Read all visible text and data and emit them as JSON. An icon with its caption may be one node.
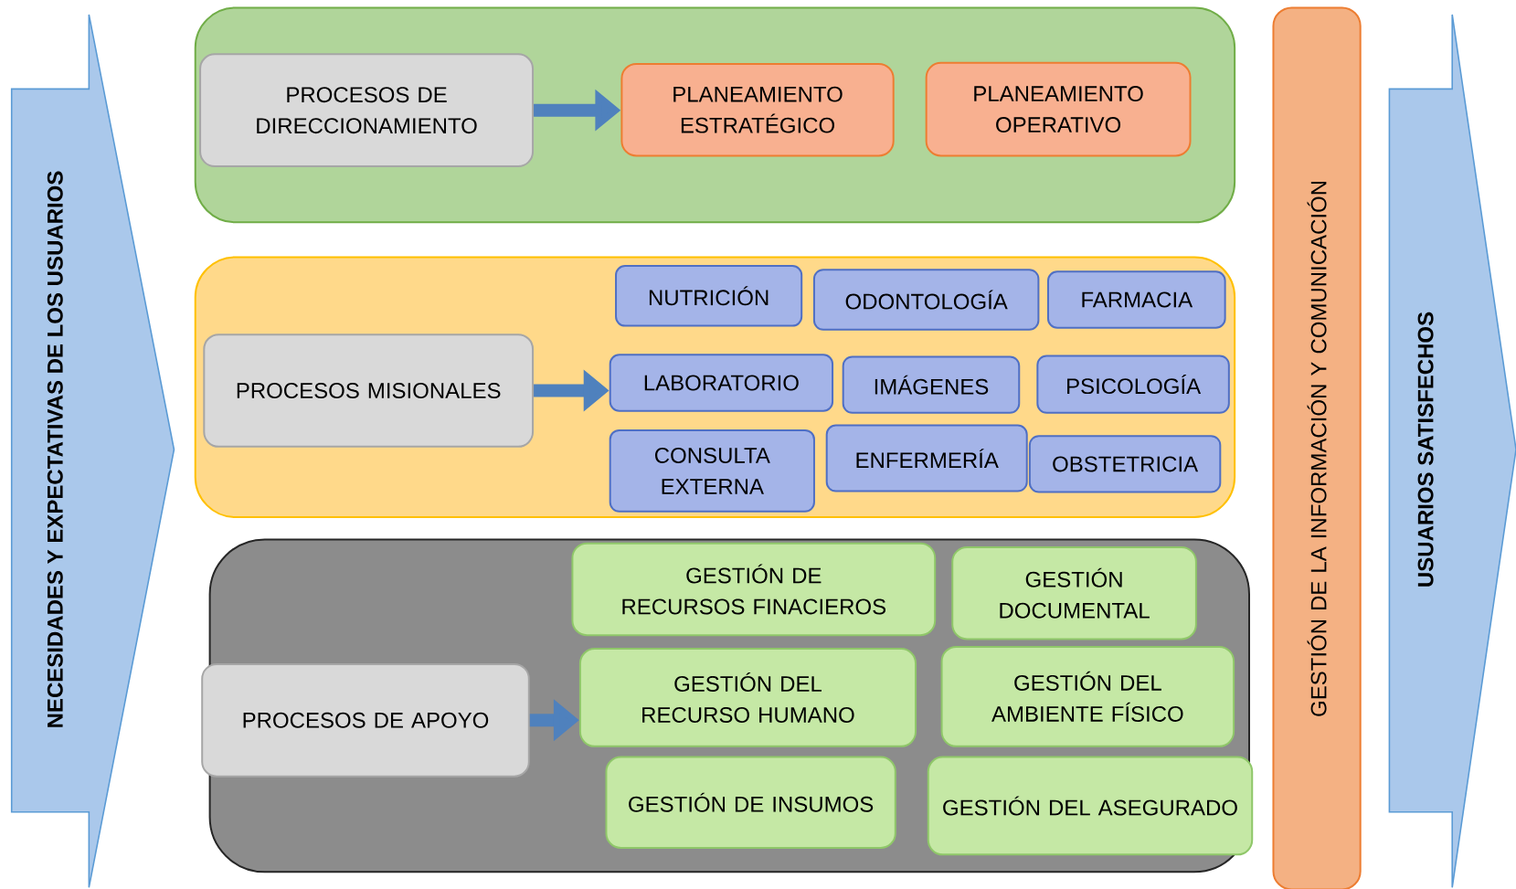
{
  "diagram": {
    "nodes": [
      {
        "text": [
          "NECESIDADES Y EXPECTATIVAS DE LOS USUARIOS"
        ]
      },
      {
        "text": [],
        "shape": "box"
      },
      {
        "text": [
          "PROCESOS DE DIRECCIONAMIENTO"
        ],
        "in": 1
      },
      {
        "text": [
          "PLANEAMIENTO ESTRATÉGICO"
        ],
        "in": 1
      },
      {
        "text": [
          "PLANEAMIENTO OPERATIVO"
        ],
        "in": 1
      },
      {
        "text": [],
        "shape": "box"
      },
      {
        "text": [
          "PROCESOS MISIONALES"
        ],
        "in": 5
      },
      {
        "text": [
          "NUTRICIÓN"
        ],
        "in": 5
      },
      {
        "text": [
          "ODONTOLOGÍA"
        ],
        "in": 5
      },
      {
        "text": [
          "FARMACIA"
        ],
        "in": 5
      },
      {
        "text": [
          "LABORATORIO"
        ],
        "in": 5
      },
      {
        "text": [
          "IMÁGENES"
        ],
        "in": 5
      },
      {
        "text": [
          "PSICOLOGÍA"
        ],
        "in": 5
      },
      {
        "text": [
          "CONSULTA EXTERNA"
        ],
        "in": 5
      },
      {
        "text": [
          "ENFERMERÍA"
        ],
        "in": 5
      },
      {
        "text": [
          "OBSTETRICIA"
        ],
        "in": 5
      },
      {
        "text": [],
        "shape": "box"
      },
      {
        "text": [
          "PROCESOS DE APOYO"
        ],
        "in": 16
      },
      {
        "text": [
          "GESTIÓN DE RECURSOS FINACIEROS"
        ],
        "in": 16
      },
      {
        "text": [
          "GESTIÓN DOCUMENTAL"
        ],
        "in": 16
      },
      {
        "text": [
          "GESTIÓN DEL RECURSO HUMANO"
        ],
        "in": 16
      },
      {
        "text": [
          "GESTIÓN DEL AMBIENTE FÍSICO"
        ],
        "in": 16
      },
      {
        "text": [
          "GESTIÓN DE INSUMOS"
        ],
        "in": 16
      },
      {
        "text": [
          "GESTIÓN DEL ASEGURADO"
        ],
        "in": 16
      },
      {
        "text": [
          "GESTIÓN DE LA INFORMACIÓN Y COMUNICACIÓN"
        ]
      },
      {
        "text": [
          "USUARIOS SATISFECHOS"
        ]
      }
    ],
    "edges": [
      {
        "from": 2,
        "to": 3,
        "arrow": "to"
      },
      {
        "from": 6,
        "to": 10,
        "arrow": "to"
      },
      {
        "from": 17,
        "to": 20,
        "arrow": "to"
      }
    ]
  }
}
